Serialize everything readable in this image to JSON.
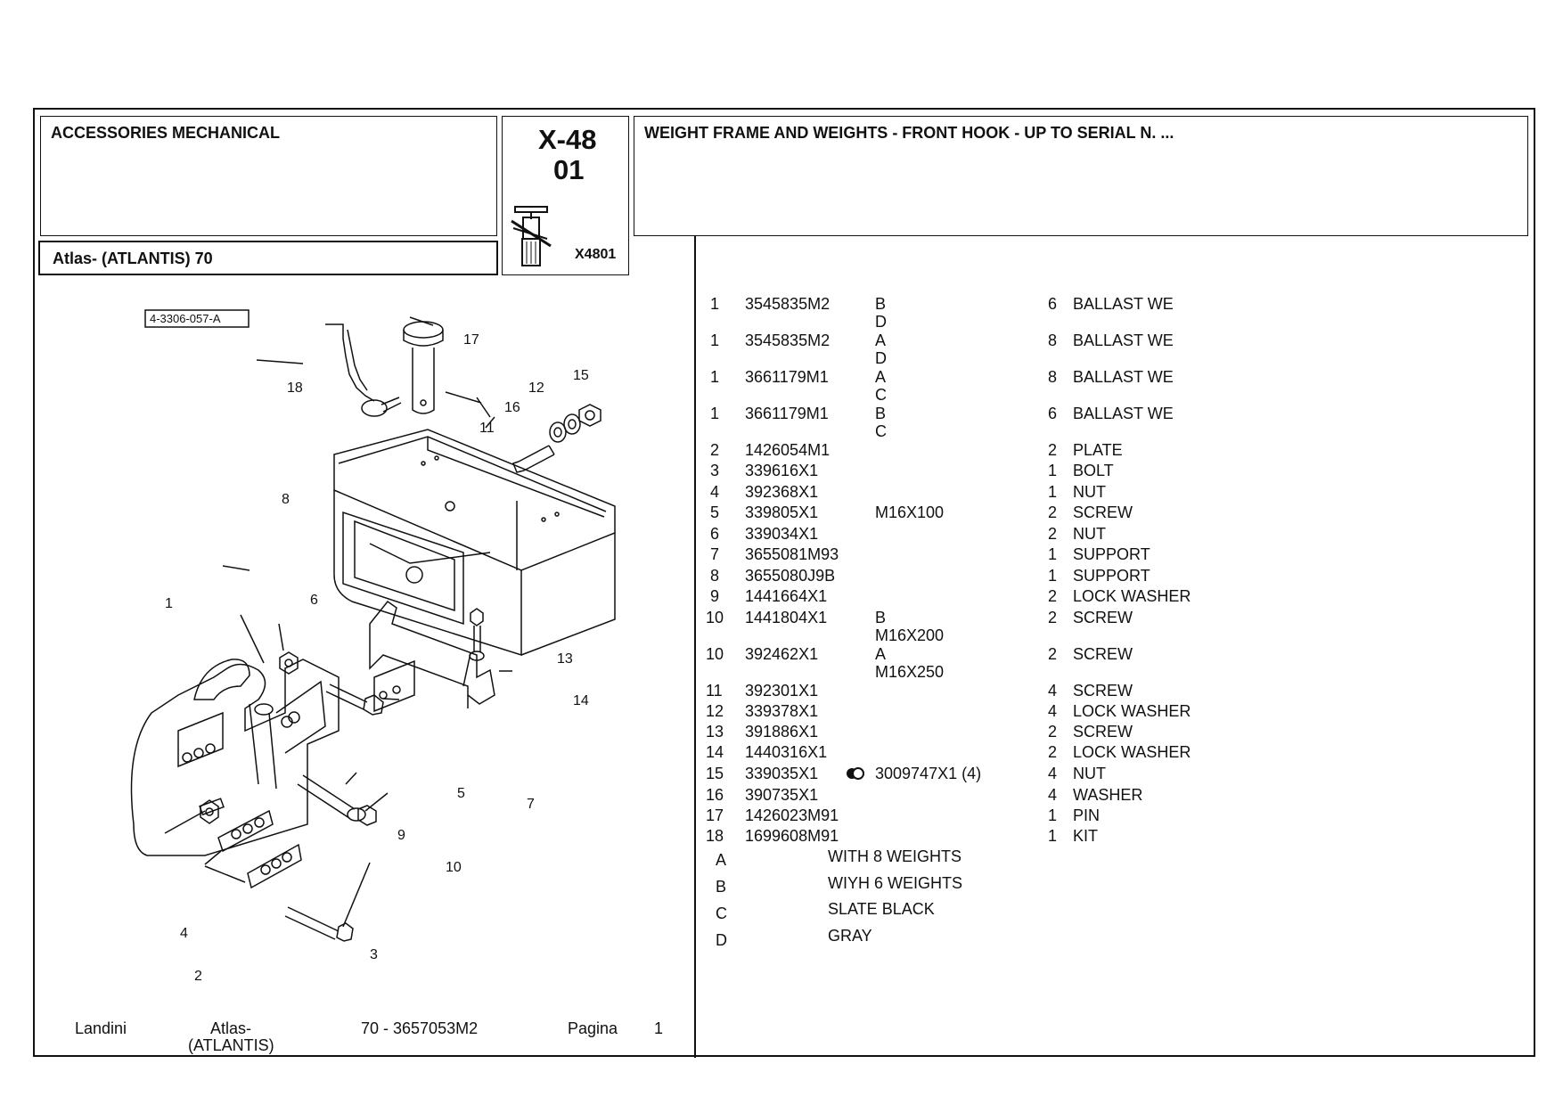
{
  "header": {
    "category": "ACCESSORIES MECHANICAL",
    "model": "Atlas- (ATLANTIS) 70",
    "code_line1": "X-48",
    "code_line2": "01",
    "code_small": "X4801",
    "title": "WEIGHT FRAME AND WEIGHTS - FRONT HOOK - UP TO SERIAL N. ..."
  },
  "diagram": {
    "ref_label": "4-3306-057-A",
    "callouts": [
      "1",
      "2",
      "3",
      "4",
      "5",
      "6",
      "7",
      "8",
      "9",
      "10",
      "11",
      "12",
      "13",
      "14",
      "15",
      "16",
      "17",
      "18"
    ]
  },
  "parts": [
    {
      "pos": "1",
      "part": "3545835M2",
      "note": "B",
      "note2": "D",
      "qty": "6",
      "desc": "BALLAST WE"
    },
    {
      "pos": "1",
      "part": "3545835M2",
      "note": "A",
      "note2": "D",
      "qty": "8",
      "desc": "BALLAST WE"
    },
    {
      "pos": "1",
      "part": "3661179M1",
      "note": "A",
      "note2": "C",
      "qty": "8",
      "desc": "BALLAST WE"
    },
    {
      "pos": "1",
      "part": "3661179M1",
      "note": "B",
      "note2": "C",
      "qty": "6",
      "desc": "BALLAST WE"
    },
    {
      "pos": "2",
      "part": "1426054M1",
      "note": "",
      "note2": "",
      "qty": "2",
      "desc": "PLATE"
    },
    {
      "pos": "3",
      "part": "339616X1",
      "note": "",
      "note2": "",
      "qty": "1",
      "desc": "BOLT"
    },
    {
      "pos": "4",
      "part": "392368X1",
      "note": "",
      "note2": "",
      "qty": "1",
      "desc": "NUT"
    },
    {
      "pos": "5",
      "part": "339805X1",
      "note": "M16X100",
      "note2": "",
      "qty": "2",
      "desc": "SCREW"
    },
    {
      "pos": "6",
      "part": "339034X1",
      "note": "",
      "note2": "",
      "qty": "2",
      "desc": "NUT"
    },
    {
      "pos": "7",
      "part": "3655081M93",
      "note": "",
      "note2": "",
      "qty": "1",
      "desc": "SUPPORT"
    },
    {
      "pos": "8",
      "part": "3655080J9B",
      "note": "",
      "note2": "",
      "qty": "1",
      "desc": "SUPPORT"
    },
    {
      "pos": "9",
      "part": "1441664X1",
      "note": "",
      "note2": "",
      "qty": "2",
      "desc": "LOCK WASHER"
    },
    {
      "pos": "10",
      "part": "1441804X1",
      "note": "B",
      "note2": "M16X200",
      "qty": "2",
      "desc": "SCREW"
    },
    {
      "pos": "10",
      "part": "392462X1",
      "note": "A",
      "note2": "M16X250",
      "qty": "2",
      "desc": "SCREW"
    },
    {
      "pos": "11",
      "part": "392301X1",
      "note": "",
      "note2": "",
      "qty": "4",
      "desc": "SCREW"
    },
    {
      "pos": "12",
      "part": "339378X1",
      "note": "",
      "note2": "",
      "qty": "4",
      "desc": "LOCK WASHER"
    },
    {
      "pos": "13",
      "part": "391886X1",
      "note": "",
      "note2": "",
      "qty": "2",
      "desc": "SCREW"
    },
    {
      "pos": "14",
      "part": "1440316X1",
      "note": "",
      "note2": "",
      "qty": "2",
      "desc": "LOCK WASHER"
    },
    {
      "pos": "15",
      "part": "339035X1",
      "note": "3009747X1  (4)",
      "note2": "",
      "qty": "4",
      "desc": "NUT"
    },
    {
      "pos": "16",
      "part": "390735X1",
      "note": "",
      "note2": "",
      "qty": "4",
      "desc": "WASHER"
    },
    {
      "pos": "17",
      "part": "1426023M91",
      "note": "",
      "note2": "",
      "qty": "1",
      "desc": "PIN"
    },
    {
      "pos": "18",
      "part": "1699608M91",
      "note": "",
      "note2": "",
      "qty": "1",
      "desc": "KIT"
    }
  ],
  "legend": [
    {
      "key": "A",
      "text": "WITH 8 WEIGHTS"
    },
    {
      "key": "B",
      "text": "WIYH 6 WEIGHTS"
    },
    {
      "key": "C",
      "text": "SLATE BLACK"
    },
    {
      "key": "D",
      "text": "GRAY"
    }
  ],
  "footer": {
    "brand": "Landini",
    "model_line1": "Atlas-",
    "model_line2": "(ATLANTIS)",
    "doc": "70 - 3657053M2",
    "page_label": "Pagina",
    "page_number": "1"
  }
}
